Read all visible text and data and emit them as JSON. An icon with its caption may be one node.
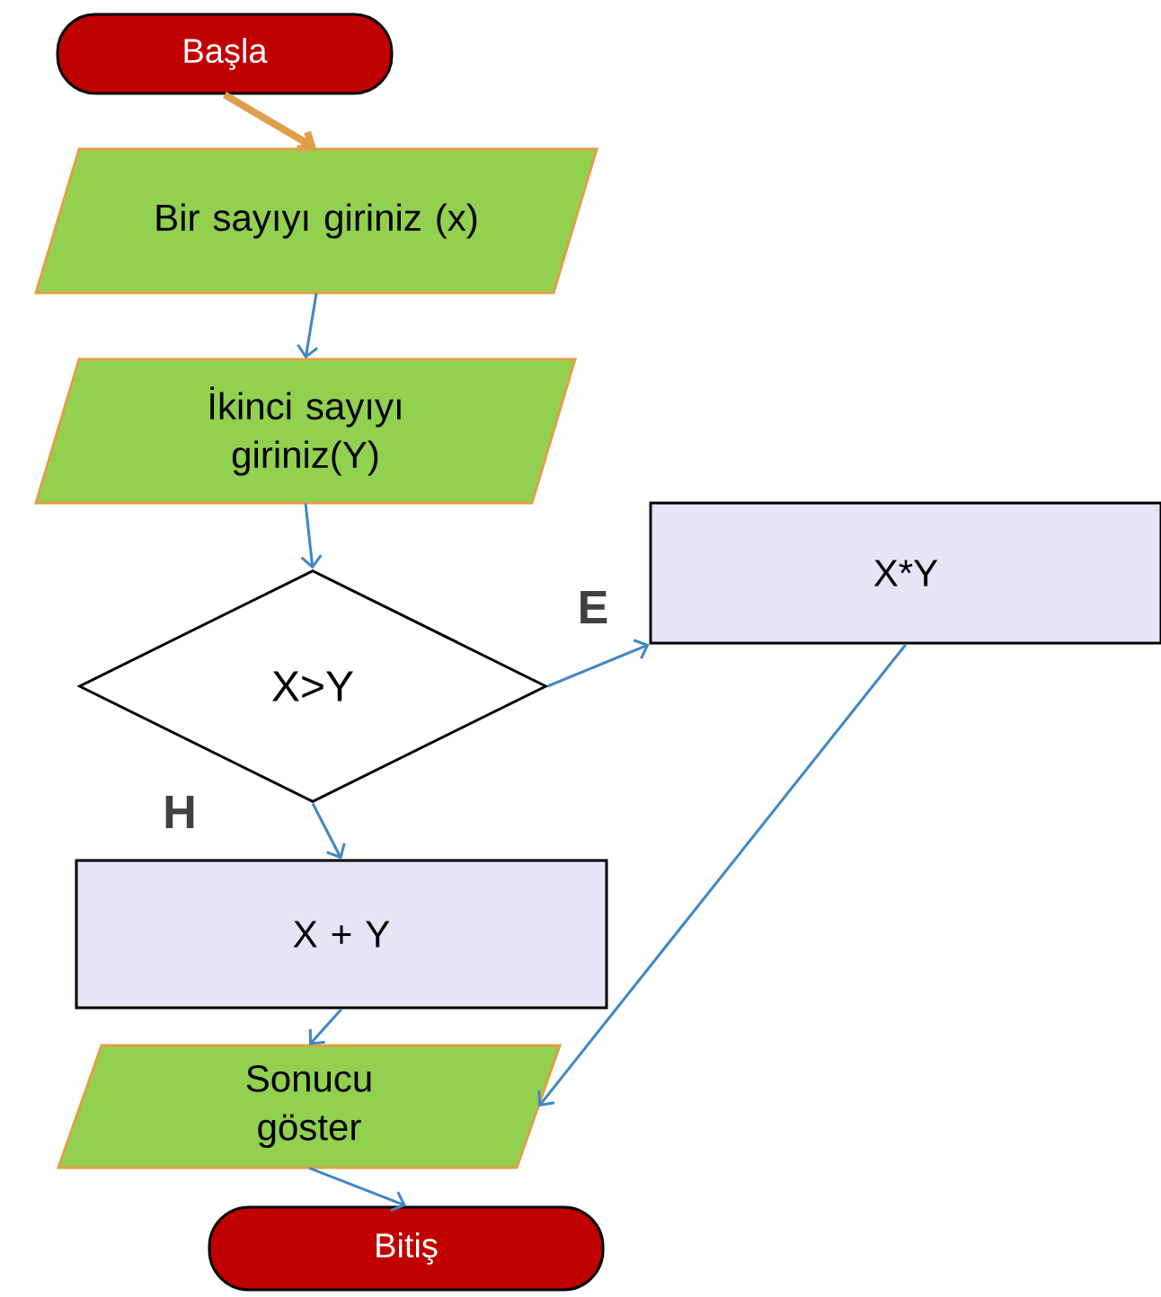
{
  "diagram": {
    "nodes": [
      {
        "text": [
          "Başla"
        ]
      },
      {
        "text": [
          "Bir sayıyı giriniz (x)"
        ]
      },
      {
        "text": [
          "İkinci sayıyı giriniz(Y)"
        ]
      },
      {
        "text": [
          "X>Y"
        ]
      },
      {
        "text": [
          "X*Y"
        ]
      },
      {
        "text": [
          "X + Y"
        ]
      },
      {
        "text": [
          "Sonucu göster"
        ]
      },
      {
        "text": [
          "Bitiş"
        ]
      }
    ],
    "edges": [
      {
        "from": 0,
        "to": 1,
        "arrow": "to",
        "style": "thick",
        "color": "#dda04a"
      },
      {
        "from": 1,
        "to": 2,
        "arrow": "to"
      },
      {
        "from": 2,
        "to": 3,
        "arrow": "to"
      },
      {
        "from": 3,
        "to": 4,
        "arrow": "to",
        "label": "E"
      },
      {
        "from": 3,
        "to": 5,
        "arrow": "to",
        "label": "H"
      },
      {
        "from": 4,
        "to": 6,
        "arrow": "to"
      },
      {
        "from": 5,
        "to": 6,
        "arrow": "to"
      },
      {
        "from": 6,
        "to": 7,
        "arrow": "to"
      }
    ]
  }
}
